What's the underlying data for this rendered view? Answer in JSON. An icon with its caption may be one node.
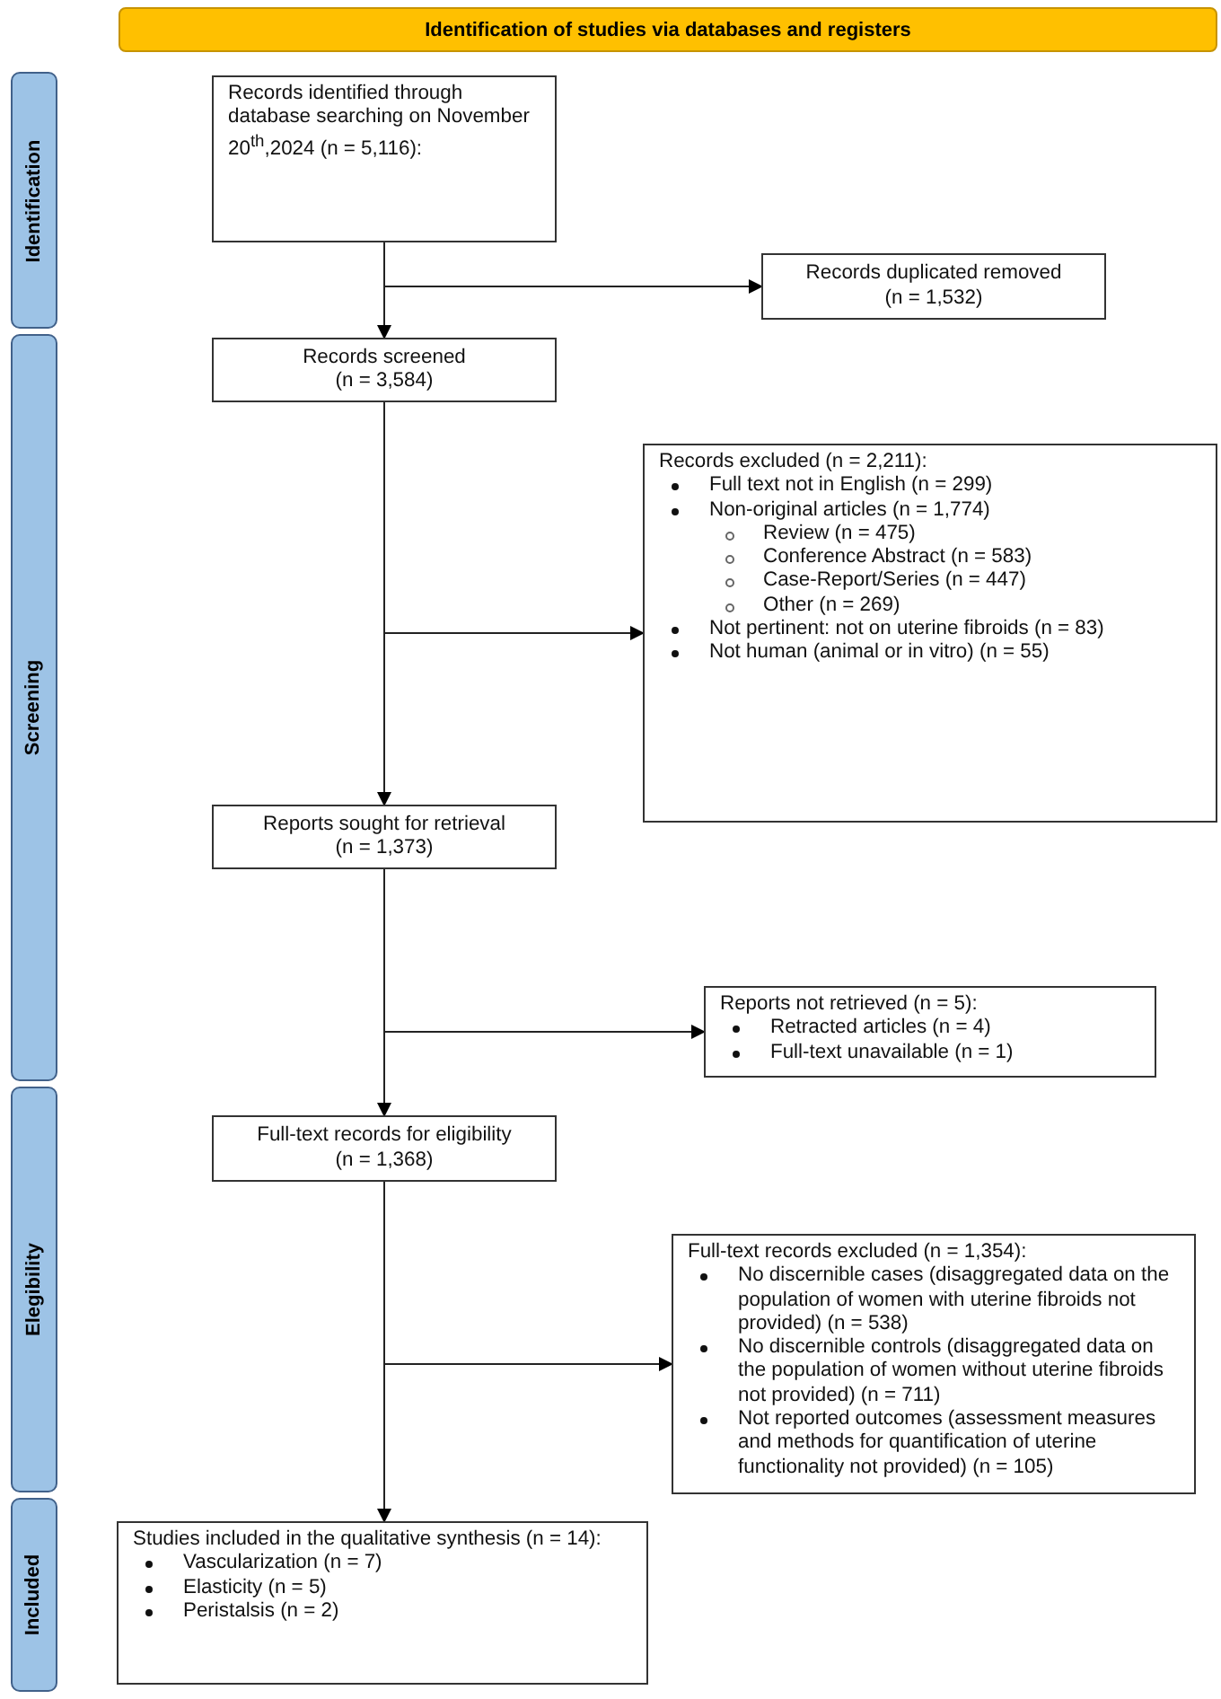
{
  "diagram": {
    "nodes": [
      {
        "text": [
          "Identification of studies via databases and registers"
        ]
      },
      {
        "text": [
          "Identification"
        ]
      },
      {
        "text": [
          "Records identified through database searching on November 20$^{th}$,2024 (n = 5,116):"
        ]
      },
      {
        "text": [
          "Records duplicated removed",
          "(n = 1,532)"
        ]
      },
      {
        "text": [
          "Screening"
        ]
      },
      {
        "text": [
          "Records screened",
          "(n = 3,584)"
        ]
      },
      {
        "text": [
          "Records excluded (n = 2,211):",
          "Full text not in English (n = 299)",
          "Non-original articles (n = 1,774)",
          "Review (n = 475)",
          "Conference Abstract (n = 583)",
          "Case-Report/Series (n = 447)",
          "Other (n = 269)",
          "Not pertinent: not on uterine fibroids (n = 83)",
          "Not human (animal or in vitro) (n = 55)"
        ]
      },
      {
        "text": [
          "Reports sought for retrieval",
          "(n = 1,373)"
        ]
      },
      {
        "text": [
          "Reports not retrieved (n = 5):",
          "Retracted articles (n = 4)",
          "Full-text unavailable (n = 1)"
        ]
      },
      {
        "text": [
          "Elegibility"
        ]
      },
      {
        "text": [
          "Full-text records for eligibility",
          "(n = 1,368)"
        ]
      },
      {
        "text": [
          "Full-text records excluded (n = 1,354):",
          "No discernible cases (disaggregated data on the population of women with uterine fibroids not provided) (n = 538)",
          "No discernible controls (disaggregated data on the population of women without uterine fibroids not provided) (n = 711)",
          "Not reported outcomes (assessment measures and methods for quantification of uterine functionality not provided) (n = 105)"
        ]
      },
      {
        "text": [
          "Included"
        ]
      },
      {
        "text": [
          "Studies included in the qualitative synthesis (n = 14):",
          "Vascularization (n = 7)",
          "Elasticity (n = 5)",
          "Peristalsis (n = 2)"
        ]
      }
    ],
    "edges": [
      {
        "from": 2,
        "to": 5,
        "arrow": "to"
      },
      {
        "from": 2,
        "to": 3,
        "arrow": "to"
      },
      {
        "from": 5,
        "to": 7,
        "arrow": "to"
      },
      {
        "from": 5,
        "to": 6,
        "arrow": "to"
      },
      {
        "from": 7,
        "to": 10,
        "arrow": "to"
      },
      {
        "from": 7,
        "to": 8,
        "arrow": "to"
      },
      {
        "from": 10,
        "to": 13,
        "arrow": "to"
      },
      {
        "from": 10,
        "to": 11,
        "arrow": "to"
      }
    ]
  }
}
